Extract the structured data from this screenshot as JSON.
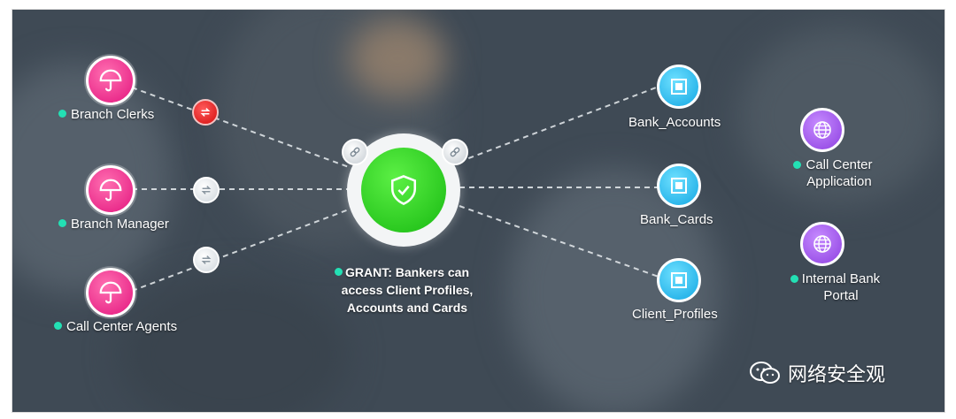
{
  "roles": [
    {
      "label": "Branch Clerks"
    },
    {
      "label": "Branch Manager"
    },
    {
      "label": "Call Center Agents"
    }
  ],
  "policy": {
    "label": "GRANT: Bankers can access Client Profiles, Accounts and Cards"
  },
  "resources": [
    {
      "label": "Bank_Accounts"
    },
    {
      "label": "Bank_Cards"
    },
    {
      "label": "Client_Profiles"
    }
  ],
  "applications": [
    {
      "label": "Call Center Application"
    },
    {
      "label": "Internal Bank Portal"
    }
  ],
  "watermark": {
    "label": "网络安全观",
    "icon": "wechat-icon"
  },
  "colors": {
    "role": "#e3157e",
    "resource": "#13a7e3",
    "application": "#8d3fe0",
    "policy": "#17b911",
    "status_dot": "#23e0b4",
    "alert": "#d40e0e"
  },
  "icons": {
    "role": "umbrella-icon",
    "resource": "square-icon",
    "application": "globe-icon",
    "policy": "shield-check-icon",
    "connector": "link-icon",
    "relation": "swap-icon"
  }
}
